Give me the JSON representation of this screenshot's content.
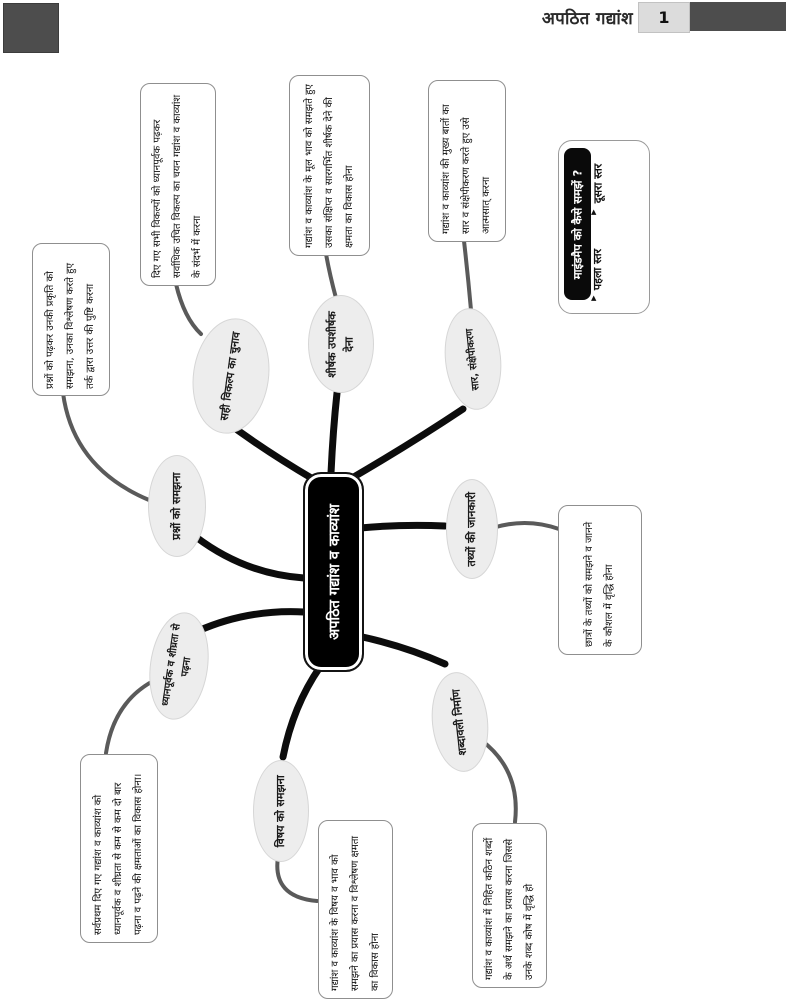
{
  "header": {
    "title": "अपठित गद्यांश",
    "page_number": "1"
  },
  "mindmap": {
    "center": "अपठित गद्यांश व काव्यांश",
    "legend": {
      "title": "माइंडमैप को कैसे समझें ?",
      "marker": "▲",
      "items": [
        {
          "label": "पहला स्तर"
        },
        {
          "label": "दूसरा स्तर"
        }
      ]
    },
    "branches": [
      {
        "node": "सही विकल्प का चुनाव",
        "detail": "दिए गए सभी विकल्पों को ध्यानपूर्वक पढ़कर सर्वाधिक उचित विकल्प का चयन गद्यांश व काव्यांश के संदर्भ में करना"
      },
      {
        "node": "शीर्षक उपशीर्षक देना",
        "detail": "गद्यांश व काव्यांश के मूल भाव को समझते हुए उसका संक्षिप्त व सारगर्भित शीर्षक देने की क्षमता का विकास होना"
      },
      {
        "node": "सार, संक्षेपीकरण",
        "detail": "गद्यांश व काव्यांश की मुख्य बातों का सार व संक्षेपीकरण करते हुए उसे आत्मसात् करना"
      },
      {
        "node": "प्रश्नों को समझना",
        "detail": "प्रश्नों को पढ़कर उनकी प्रकृति को समझना, उनका विश्लेषण करते हुए तर्क द्वारा उत्तर की पुष्टि करना"
      },
      {
        "node": "तथ्यों की जानकारी",
        "detail": "छात्रों के तथ्यों को समझने व जानने के कौशल में वृद्धि होना"
      },
      {
        "node": "ध्यानपूर्वक व शीघ्रता से पढ़ना",
        "detail": "सर्वप्रथम दिए गए गद्यांश व काव्यांश को ध्यानपूर्वक व शीघ्रता से कम से कम दो बार पढ़ना व पढ़ने की क्षमताओं का विकास होना।"
      },
      {
        "node": "विषय को समझना",
        "detail": "गद्यांश व काव्यांश के विषय व भाव को समझने का प्रयास करना व विश्लेषण क्षमता का विकास होना"
      },
      {
        "node": "शब्दावली निर्माण",
        "detail": "गद्यांश व काव्यांश में निहित कठिन शब्दों के अर्थ समझने का प्रयास करना जिससे उनके शब्द कोष में वृद्धि हो"
      }
    ]
  },
  "colors": {
    "header_bar": "#4d4d4d",
    "page_num_bg": "#dcdcdc",
    "center_fill": "#000000",
    "node_fill": "#ededed",
    "branch_primary": "#0c0c0c",
    "branch_secondary": "#5a5a5a"
  }
}
